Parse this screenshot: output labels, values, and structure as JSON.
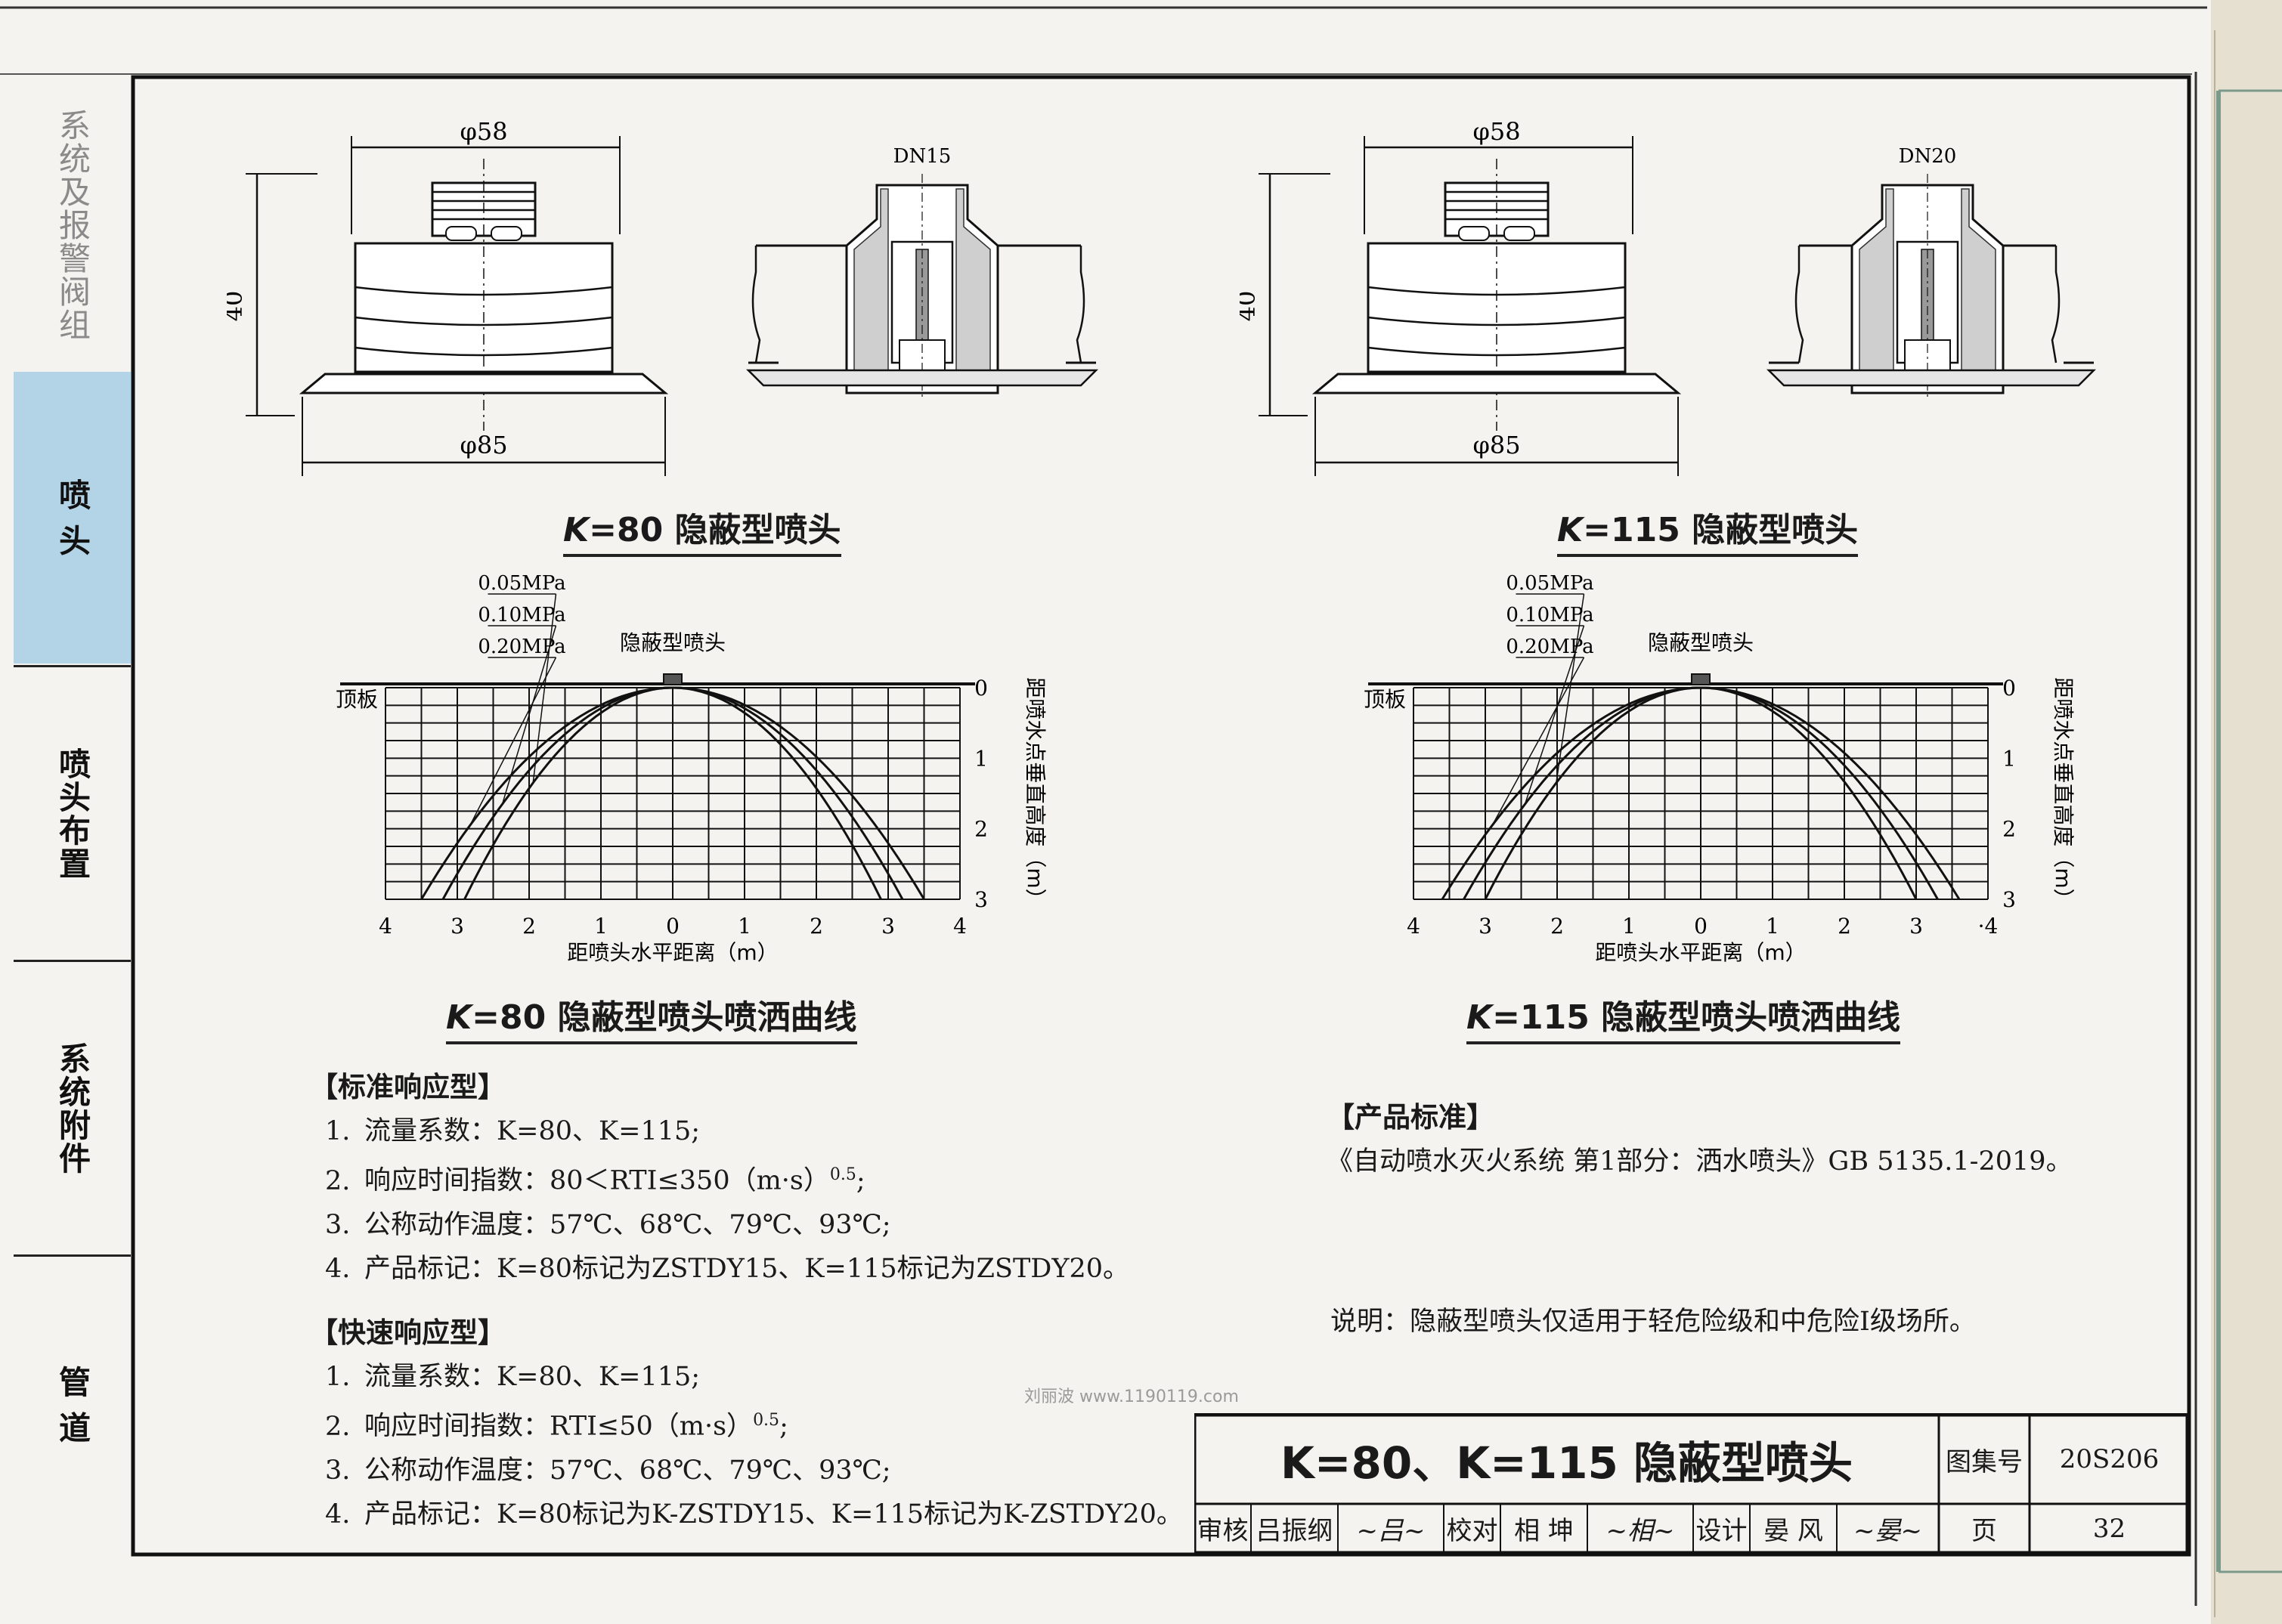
{
  "side_tabs": [
    {
      "id": "valve",
      "label": "系统及报警阀组",
      "style": "gray"
    },
    {
      "id": "sprinkler",
      "label": "喷 头",
      "style": "blue"
    },
    {
      "id": "layout",
      "label": "喷头布置",
      "style": "normal"
    },
    {
      "id": "accessory",
      "label": "系统附件",
      "style": "normal"
    },
    {
      "id": "pipe",
      "label": "管 道",
      "style": "normal"
    }
  ],
  "figures": {
    "left": {
      "dim_top": "φ58",
      "dim_bottom": "φ85",
      "dim_height": "40",
      "port": "DN15",
      "title_k": "K",
      "title_rest": "=80  隐蔽型喷头",
      "curve_title_k": "K",
      "curve_title_rest": "=80  隐蔽型喷头喷洒曲线"
    },
    "right": {
      "dim_top": "φ58",
      "dim_bottom": "φ85",
      "dim_height": "40",
      "port": "DN20",
      "title_k": "K",
      "title_rest": "=115  隐蔽型喷头",
      "curve_title_k": "K",
      "curve_title_rest": "=115  隐蔽型喷头喷洒曲线"
    }
  },
  "chart_data": [
    {
      "type": "line",
      "title": "K=80  隐蔽型喷头喷洒曲线",
      "xlabel": "距喷头水平距离（m）",
      "ylabel": "距喷水点垂直高度（m）",
      "x_ticks": [
        "4",
        "3",
        "2",
        "1",
        "0",
        "1",
        "2",
        "3",
        "4"
      ],
      "y_ticks": [
        "0",
        "1",
        "2",
        "3"
      ],
      "xlim": [
        -4,
        4
      ],
      "ylim": [
        0,
        3
      ],
      "ceiling_label": "顶板",
      "head_label": "隐蔽型喷头",
      "series": [
        {
          "name": "0.05MPa",
          "half_width_at_bottom": 2.9
        },
        {
          "name": "0.10MPa",
          "half_width_at_bottom": 3.2
        },
        {
          "name": "0.20MPa",
          "half_width_at_bottom": 3.5
        }
      ]
    },
    {
      "type": "line",
      "title": "K=115  隐蔽型喷头喷洒曲线",
      "xlabel": "距喷头水平距离（m）",
      "ylabel": "距喷水点垂直高度（m）",
      "x_ticks": [
        "4",
        "3",
        "2",
        "1",
        "0",
        "1",
        "2",
        "3",
        "·4"
      ],
      "y_ticks": [
        "0",
        "1",
        "2",
        "3"
      ],
      "xlim": [
        -4,
        4
      ],
      "ylim": [
        0,
        3
      ],
      "ceiling_label": "顶板",
      "head_label": "隐蔽型喷头",
      "series": [
        {
          "name": "0.05MPa",
          "half_width_at_bottom": 3.0
        },
        {
          "name": "0.10MPa",
          "half_width_at_bottom": 3.3
        },
        {
          "name": "0.20MPa",
          "half_width_at_bottom": 3.6
        }
      ]
    }
  ],
  "standard_response": {
    "heading": "【标准响应型】",
    "items": [
      {
        "n": "1.",
        "label": "流量系数：",
        "value": "K=80、K=115;"
      },
      {
        "n": "2.",
        "label": "响应时间指数：",
        "value": "80＜RTI≤350（m·s）",
        "sup": "0.5",
        "tail": ";"
      },
      {
        "n": "3.",
        "label": "公称动作温度：",
        "value": "57℃、68℃、79℃、93℃;"
      },
      {
        "n": "4.",
        "label": "产品标记：",
        "value": "K=80标记为ZSTDY15、K=115标记为ZSTDY20。"
      }
    ]
  },
  "fast_response": {
    "heading": "【快速响应型】",
    "items": [
      {
        "n": "1.",
        "label": "流量系数：",
        "value": "K=80、K=115;"
      },
      {
        "n": "2.",
        "label": "响应时间指数：",
        "value": "RTI≤50（m·s）",
        "sup": "0.5",
        "tail": ";"
      },
      {
        "n": "3.",
        "label": "公称动作温度：",
        "value": "57℃、68℃、79℃、93℃;"
      },
      {
        "n": "4.",
        "label": "产品标记：",
        "value": "K=80标记为K-ZSTDY15、K=115标记为K-ZSTDY20。"
      }
    ]
  },
  "product_standard": {
    "heading": "【产品标准】",
    "text": "《自动喷水灭火系统 第1部分：洒水喷头》GB 5135.1-2019。"
  },
  "remark": "说明：隐蔽型喷头仅适用于轻危险级和中危险Ⅰ级场所。",
  "watermark": "刘丽波 www.1190119.com",
  "title_block": {
    "title": "K=80、K=115  隐蔽型喷头",
    "atlas_label": "图集号",
    "atlas_no": "20S206",
    "page_label": "页",
    "page_no": "32",
    "review_label": "审核",
    "reviewer": "吕振纲",
    "check_label": "校对",
    "checker": "相 坤",
    "design_label": "设计",
    "designer": "晏 风"
  }
}
